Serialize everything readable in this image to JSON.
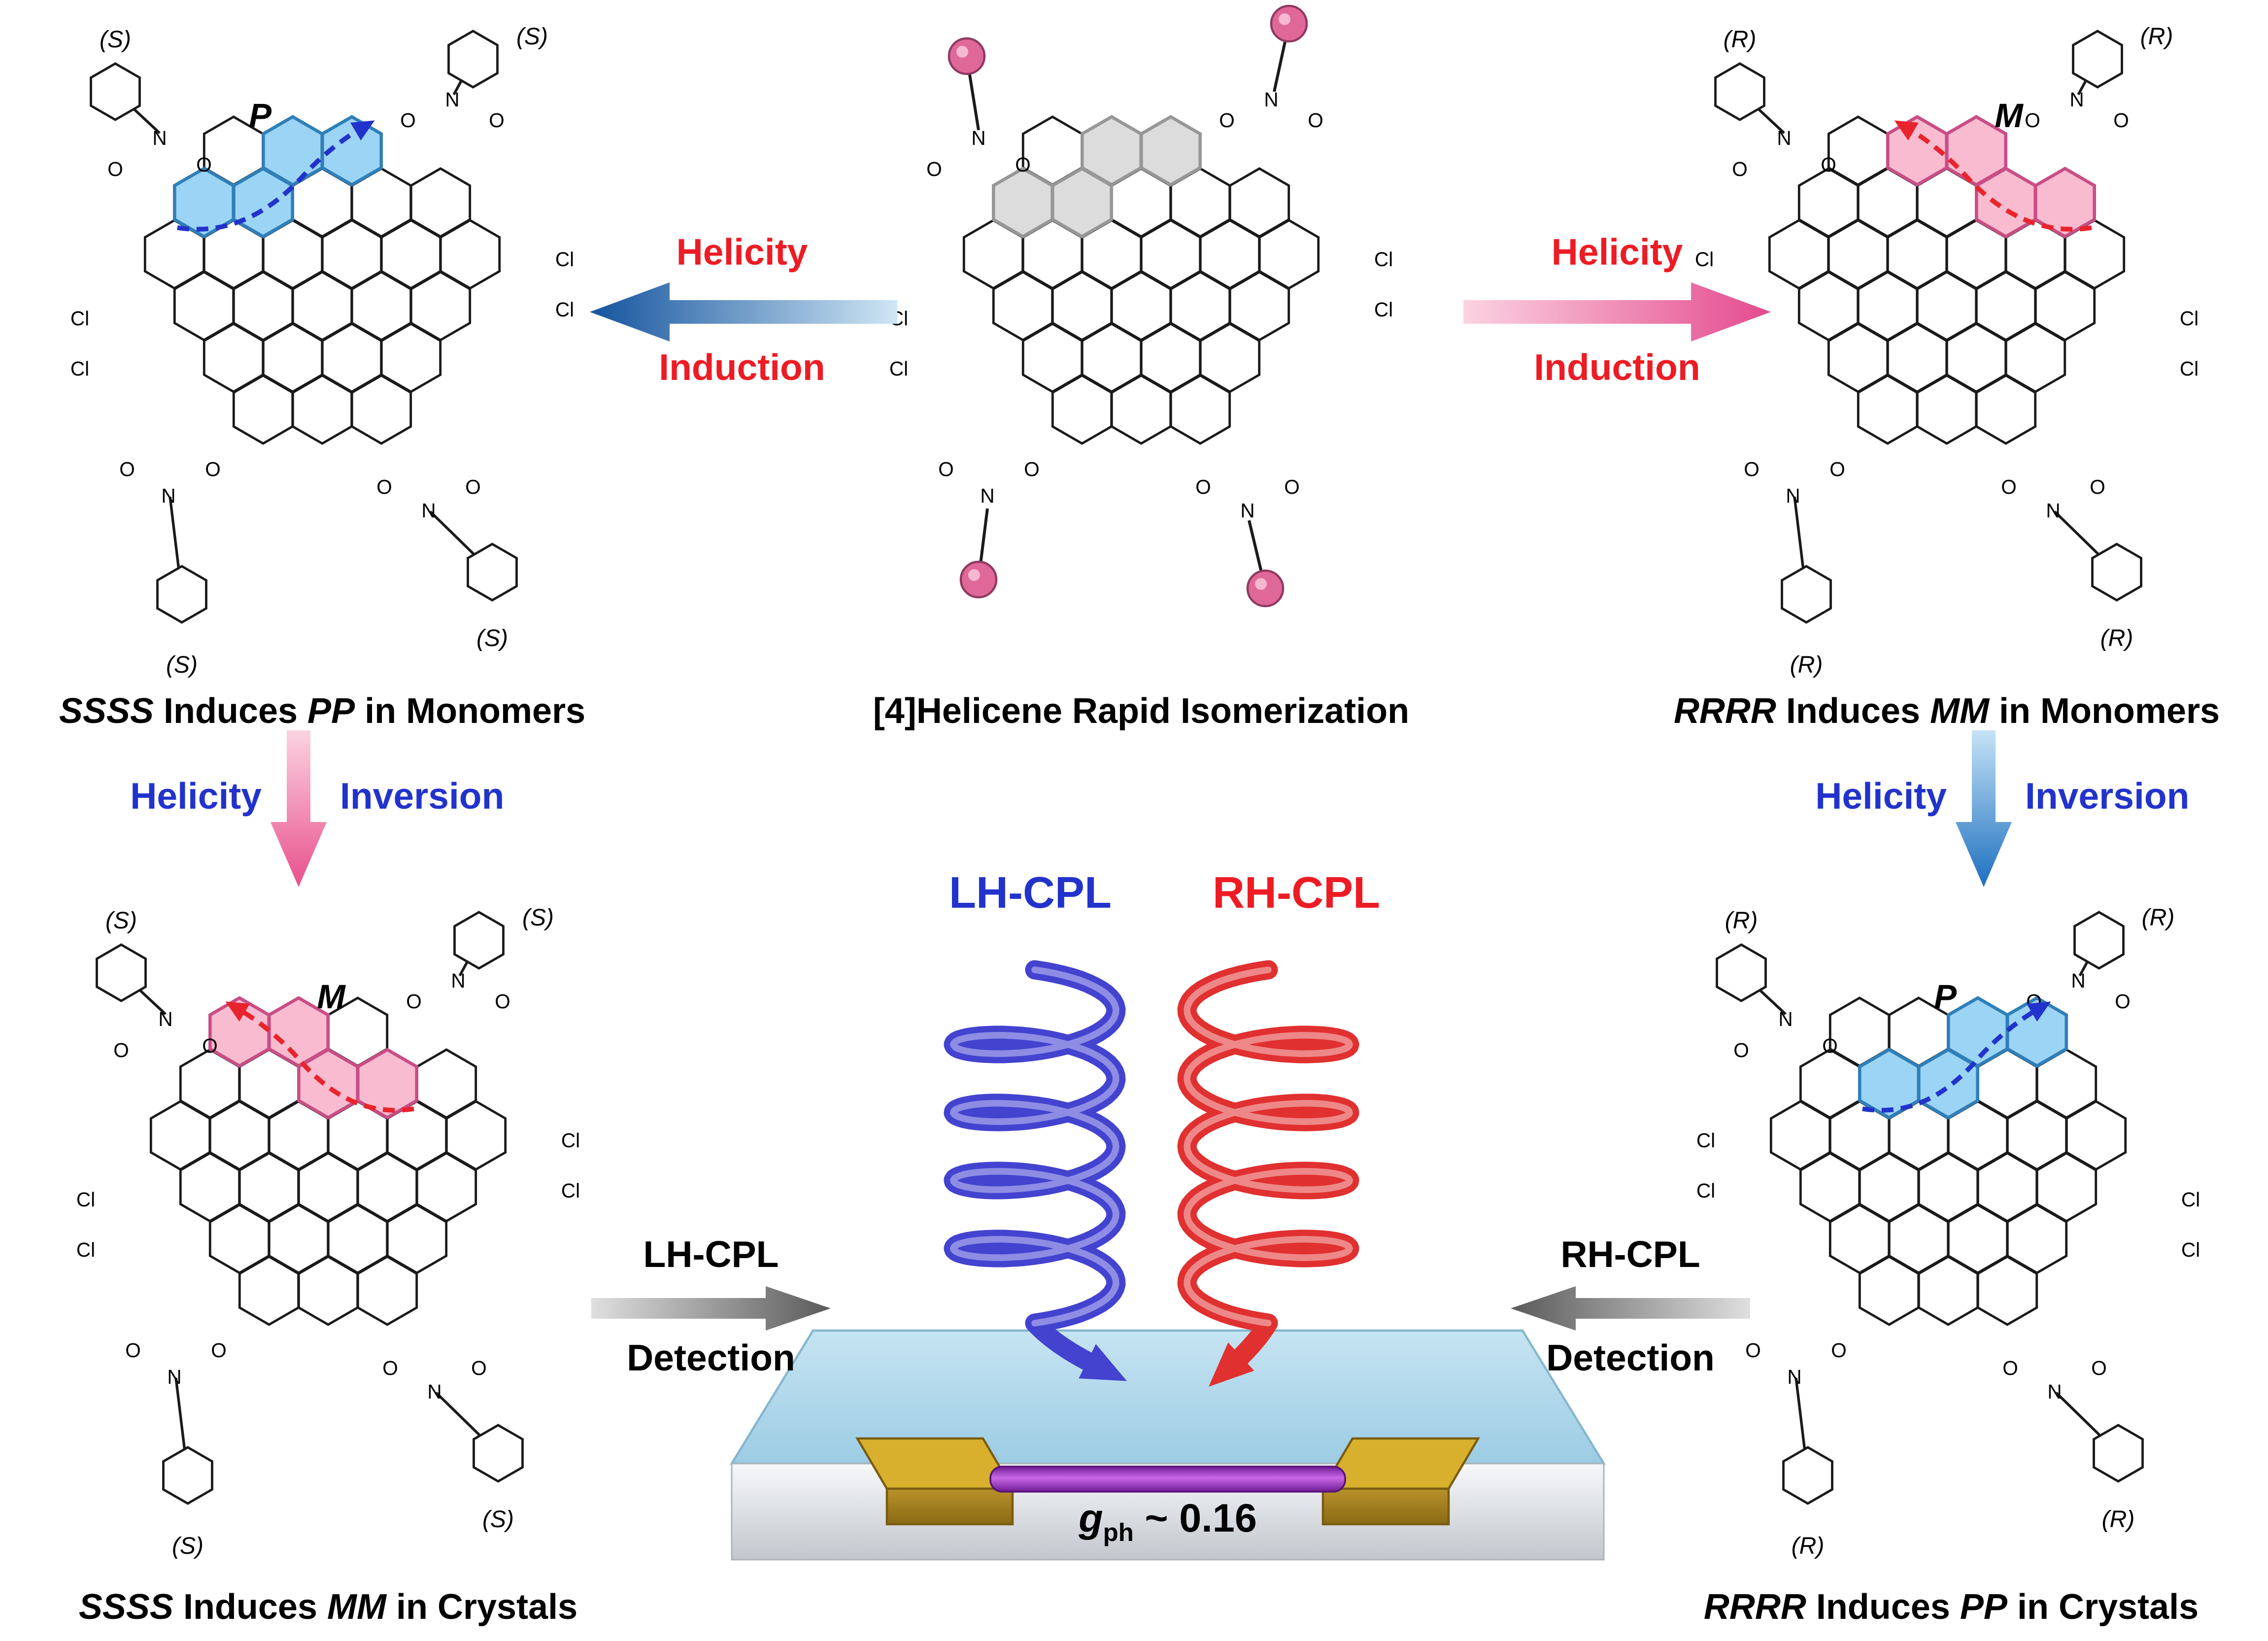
{
  "labels": {
    "o": "O",
    "n": "N",
    "cl": "Cl",
    "s": "(S)",
    "r": "(R)",
    "p": "P",
    "m": "M"
  },
  "captions": {
    "top_left": {
      "stereo": "SSSS",
      "mid": " Induces ",
      "helicity": "PP",
      "rest": " in Monomers"
    },
    "top_center": "[4]Helicene Rapid Isomerization",
    "top_right": {
      "stereo": "RRRR",
      "mid": " Induces ",
      "helicity": "MM",
      "rest": " in Monomers"
    },
    "bottom_left": {
      "stereo": "SSSS",
      "mid": " Induces ",
      "helicity": "MM",
      "rest": " in Crystals"
    },
    "bottom_right": {
      "stereo": "RRRR",
      "mid": " Induces ",
      "helicity": "PP",
      "rest": " in Crystals"
    }
  },
  "process_arrows": {
    "induction_left": {
      "line1": "Helicity",
      "line2": "Induction"
    },
    "induction_right": {
      "line1": "Helicity",
      "line2": "Induction"
    },
    "inversion_left": {
      "line1": "Helicity",
      "line2": "Inversion"
    },
    "inversion_right": {
      "line1": "Helicity",
      "line2": "Inversion"
    },
    "detection_left": {
      "line1": "LH-CPL",
      "line2": "Detection"
    },
    "detection_right": {
      "line1": "RH-CPL",
      "line2": "Detection"
    }
  },
  "cpl_labels": {
    "left": "LH-CPL",
    "right": "RH-CPL"
  },
  "device": {
    "g": "g",
    "sub": "ph",
    "value": " ~ 0.16"
  },
  "colors": {
    "accent_blue": "#2233CC",
    "accent_red": "#E8242C",
    "highlight_blue": "#9BD4F5",
    "highlight_pink": "#F8BBD0",
    "highlight_gray": "#DCDCDC",
    "heading_red": "#ED1C24",
    "heading_blue": "#2233CC",
    "cpl_blue": "#4343D0",
    "cpl_red": "#E03030",
    "ball_pink": "#E06898",
    "gold": "#D8B02E",
    "substrate_blue": "#AFD8EC",
    "nanowire_purple": "#A238C8"
  }
}
